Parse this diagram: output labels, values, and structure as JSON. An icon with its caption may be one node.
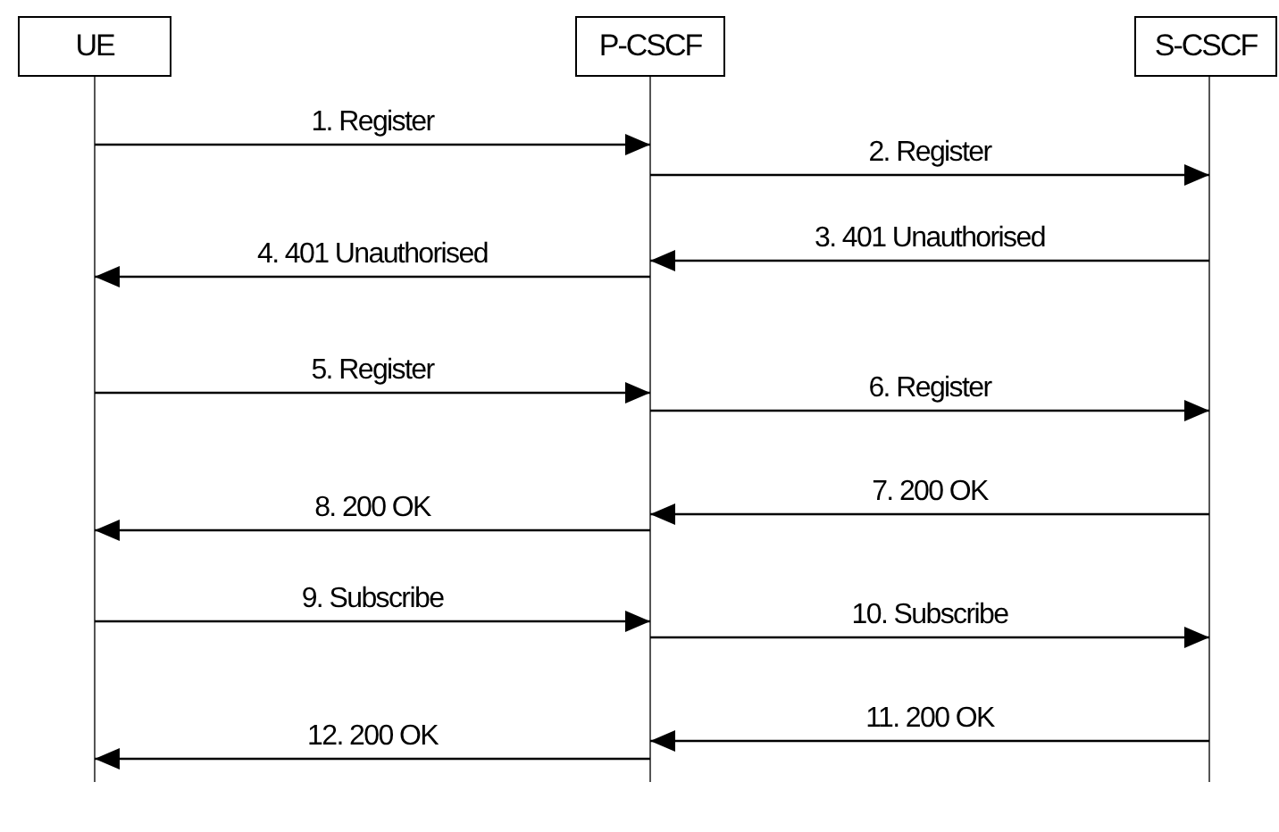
{
  "diagram": {
    "nodes": [
      {
        "text": [
          "UE"
        ]
      },
      {
        "text": [
          "P-CSCF"
        ]
      },
      {
        "text": [
          "S-CSCF"
        ]
      }
    ],
    "edges": [
      {
        "from": 0,
        "to": 1,
        "arrow": "to",
        "label": "1. Register"
      },
      {
        "from": 1,
        "to": 2,
        "arrow": "to",
        "label": "2. Register"
      },
      {
        "from": 2,
        "to": 1,
        "arrow": "to",
        "label": "3. 401 Unauthorised"
      },
      {
        "from": 1,
        "to": 0,
        "arrow": "to",
        "label": "4. 401 Unauthorised"
      },
      {
        "from": 0,
        "to": 1,
        "arrow": "to",
        "label": "5. Register"
      },
      {
        "from": 1,
        "to": 2,
        "arrow": "to",
        "label": "6. Register"
      },
      {
        "from": 2,
        "to": 1,
        "arrow": "to",
        "label": "7. 200 OK"
      },
      {
        "from": 1,
        "to": 0,
        "arrow": "to",
        "label": "8. 200 OK"
      },
      {
        "from": 0,
        "to": 1,
        "arrow": "to",
        "label": "9. Subscribe"
      },
      {
        "from": 1,
        "to": 2,
        "arrow": "to",
        "label": "10. Subscribe"
      },
      {
        "from": 2,
        "to": 1,
        "arrow": "to",
        "label": "11. 200 OK"
      },
      {
        "from": 1,
        "to": 0,
        "arrow": "to",
        "label": "12. 200 OK"
      }
    ]
  }
}
